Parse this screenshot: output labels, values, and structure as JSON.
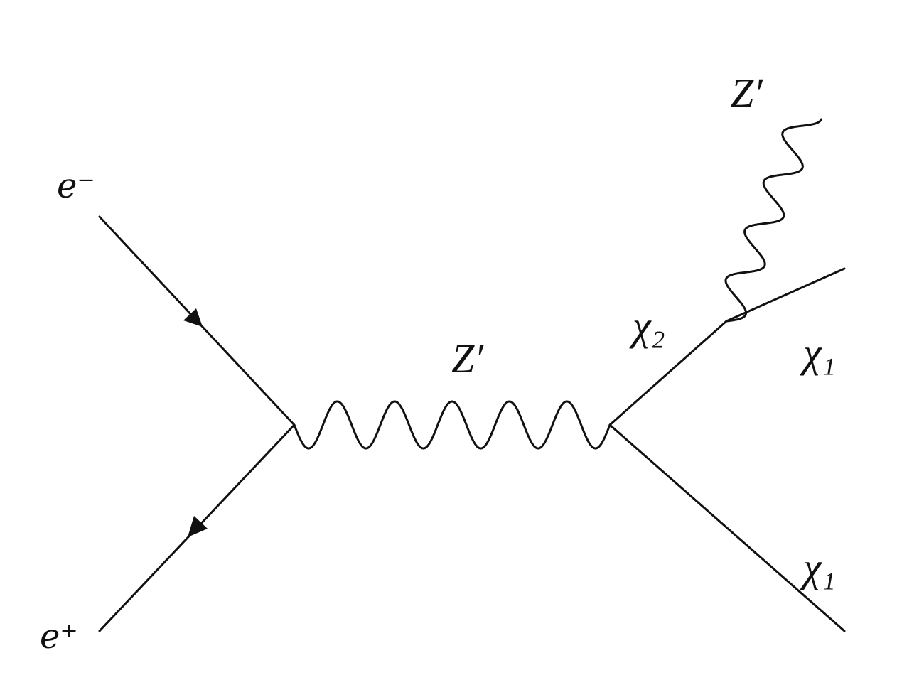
{
  "labels": {
    "electron": "e⁻",
    "positron": "e⁺",
    "zprime_propagator": "Z′",
    "zprime_emitted": "Z′",
    "chi2": "χ₂",
    "chi1_top": "χ₁",
    "chi1_bottom": "χ₁"
  },
  "colors": {
    "stroke": "#111111",
    "background": "#ffffff"
  }
}
